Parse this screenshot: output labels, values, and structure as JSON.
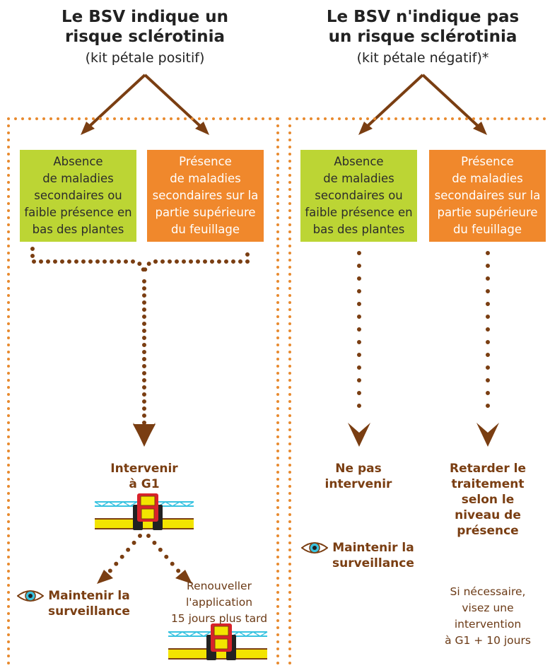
{
  "colors": {
    "brown": "#7a3e12",
    "dot": "#e88a2e",
    "green_box": "#bcd534",
    "orange_box": "#f0882c",
    "ground": "#f3e400",
    "tractor_red": "#d9232a",
    "boom_cyan": "#39c3e0"
  },
  "left": {
    "title_line1": "Le BSV indique un",
    "title_line2": "risque sclérotinia",
    "subtitle": "(kit pétale positif)",
    "box_absence": [
      "Absence",
      "de maladies",
      "secondaires ou",
      "faible présence en",
      "bas des plantes"
    ],
    "box_presence": [
      "Présence",
      "de maladies",
      "secondaires sur la",
      "partie supérieure",
      "du feuillage"
    ],
    "action_line1": "Intervenir",
    "action_line2": "à G1",
    "maintain_line1": "Maintenir la",
    "maintain_line2": "surveillance",
    "renew": [
      "Renouveller",
      "l'application",
      "15 jours plus tard"
    ]
  },
  "right": {
    "title_line1": "Le BSV n'indique pas",
    "title_line2": "un risque sclérotinia",
    "subtitle": "(kit pétale négatif)*",
    "box_absence": [
      "Absence",
      "de maladies",
      "secondaires ou",
      "faible présence en",
      "bas des plantes"
    ],
    "box_presence": [
      "Présence",
      "de maladies",
      "secondaires sur la",
      "partie supérieure",
      "du feuillage"
    ],
    "no_action_line1": "Ne pas",
    "no_action_line2": "intervenir",
    "delay": [
      "Retarder le",
      "traitement",
      "selon le",
      "niveau de",
      "présence"
    ],
    "maintain_line1": "Maintenir la",
    "maintain_line2": "surveillance",
    "if_needed": [
      "Si nécessaire,",
      "visez une",
      "intervention",
      "à G1 + 10 jours"
    ]
  },
  "icons": [
    "eye-icon",
    "sprayer-tractor-icon",
    "arrow-icon"
  ]
}
